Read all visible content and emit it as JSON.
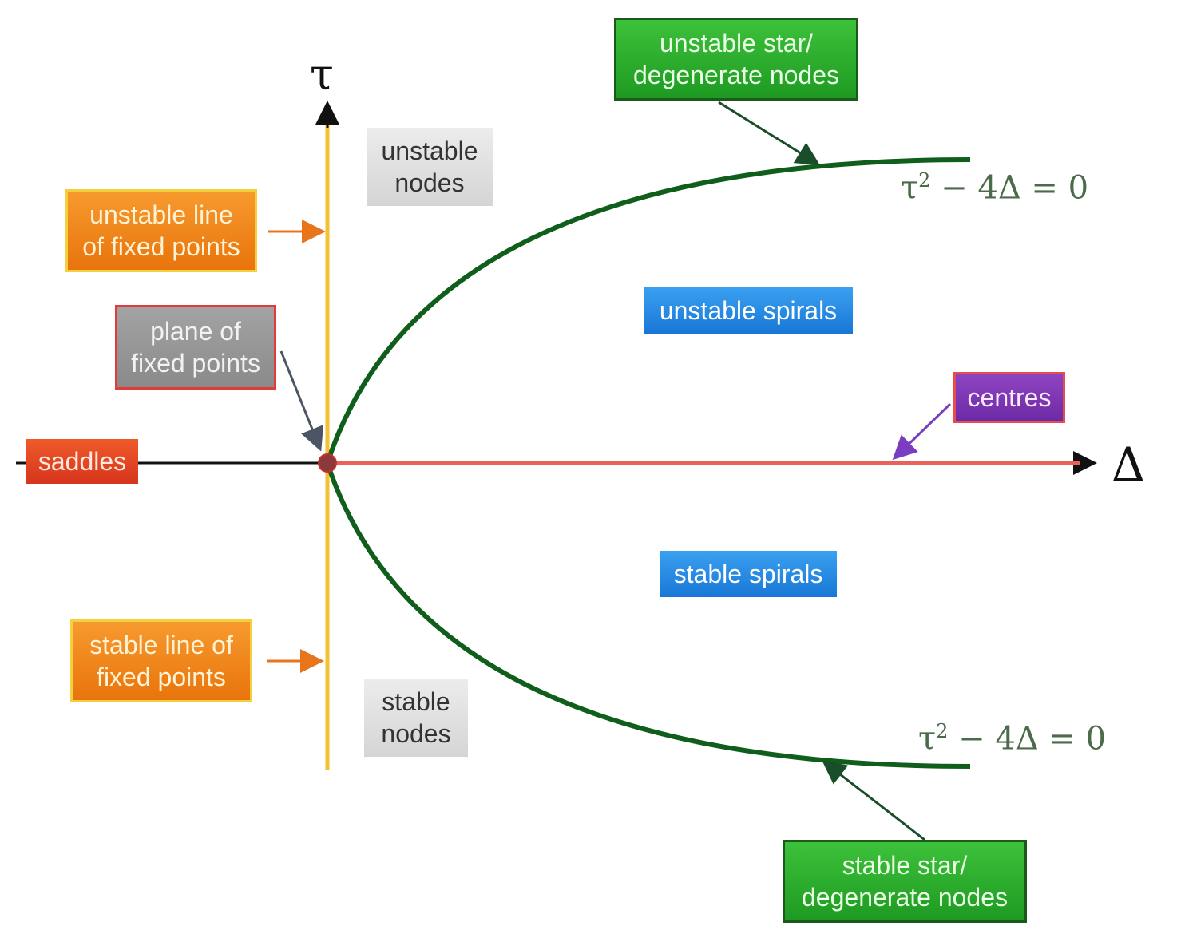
{
  "axes": {
    "vertical_symbol": "τ",
    "horizontal_symbol": "Δ"
  },
  "curve_equations": {
    "upper": {
      "base": "τ",
      "exponent": "2",
      "rest": " − 4Δ = 0"
    },
    "lower": {
      "base": "τ",
      "exponent": "2",
      "rest": " − 4Δ = 0"
    }
  },
  "labels": {
    "unstable_star": {
      "line1": "unstable star/",
      "line2": "degenerate nodes"
    },
    "stable_star": {
      "line1": "stable star/",
      "line2": "degenerate nodes"
    },
    "unstable_nodes": {
      "line1": "unstable",
      "line2": "nodes"
    },
    "stable_nodes": {
      "line1": "stable",
      "line2": "nodes"
    },
    "unstable_line": {
      "line1": "unstable line",
      "line2": "of fixed points"
    },
    "stable_line": {
      "line1": "stable line of",
      "line2": "fixed points"
    },
    "plane": {
      "line1": "plane of",
      "line2": "fixed points"
    },
    "saddles": "saddles",
    "unstable_spirals": "unstable spirals",
    "stable_spirals": "stable spirals",
    "centres": "centres"
  },
  "colors": {
    "parabola": "#0f5e1c",
    "tau_axis": "#f2c233",
    "centres_line": "#e8625a",
    "delta_axis": "#111111",
    "origin_dot": "#8a3a3a"
  }
}
